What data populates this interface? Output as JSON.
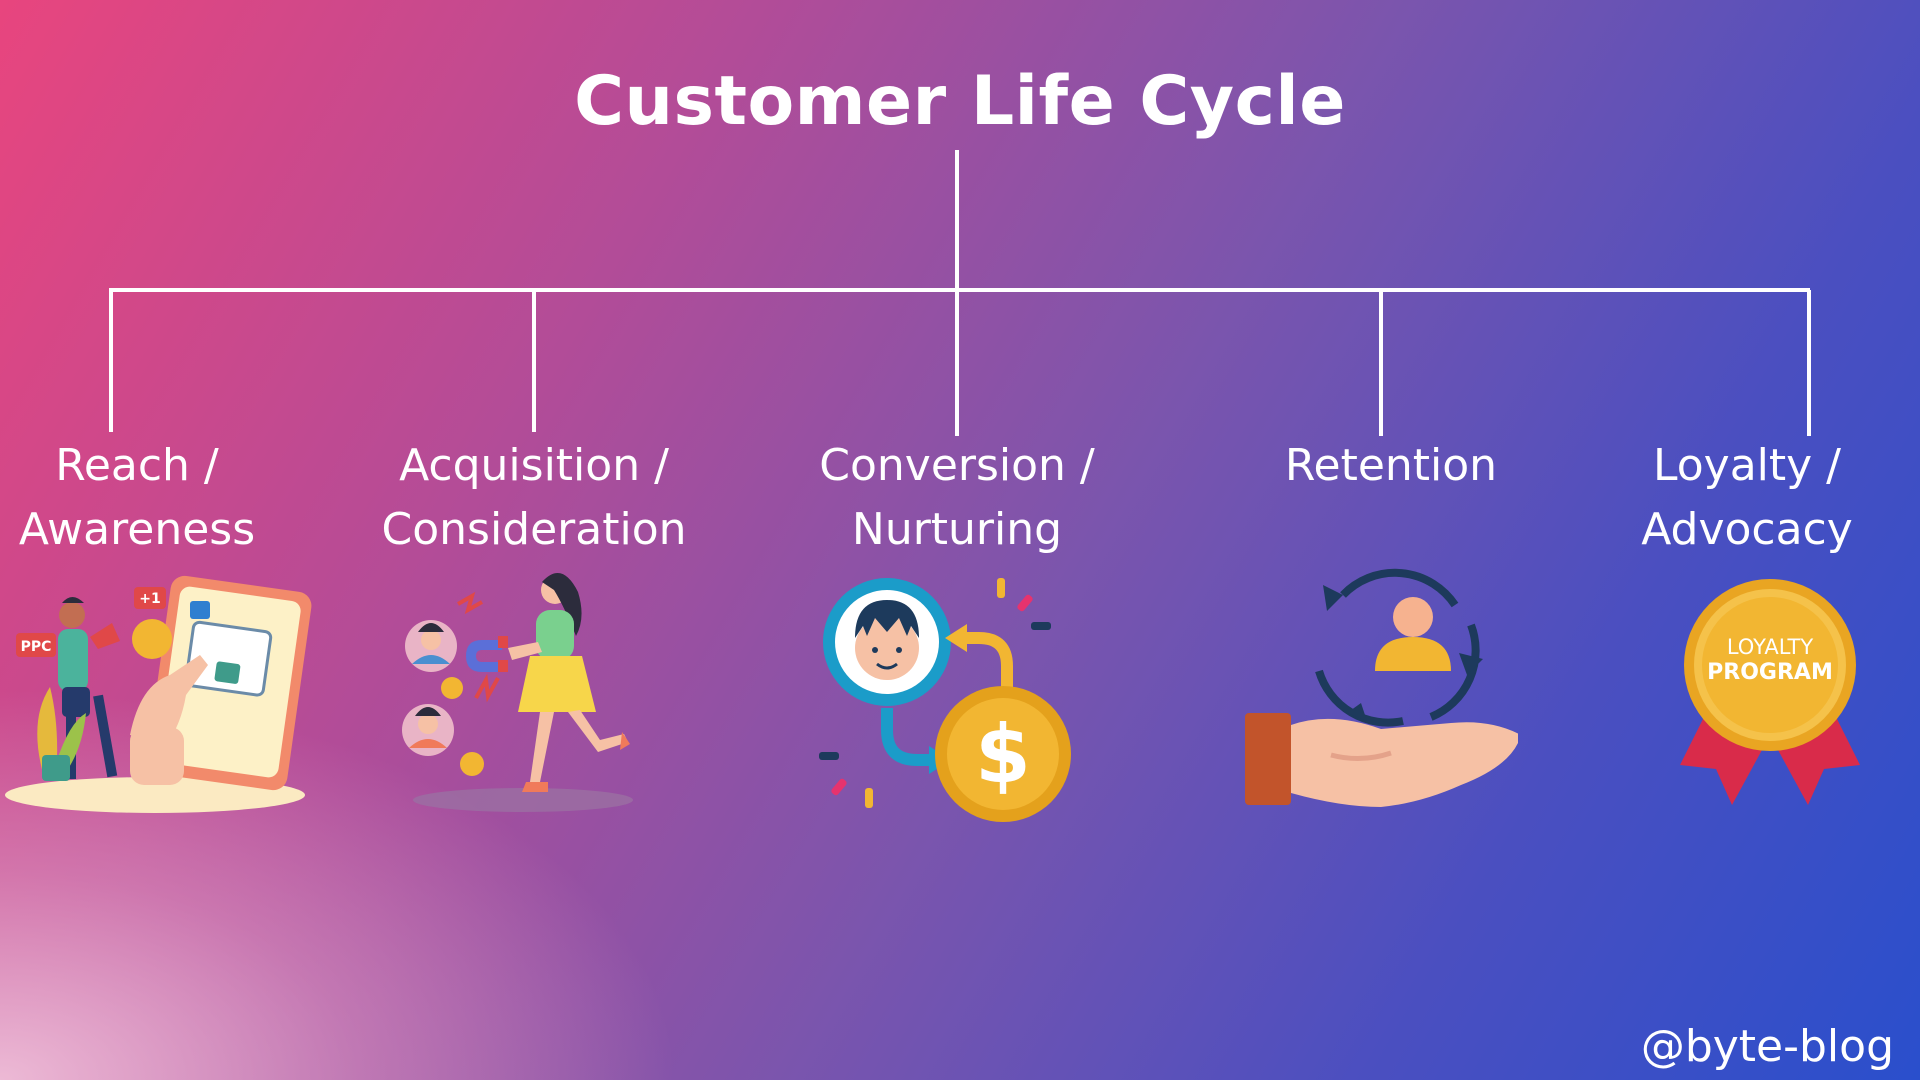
{
  "title": "Customer Life Cycle",
  "stages": [
    {
      "label": "Reach /\nAwareness",
      "icon": "ad-campaign-icon"
    },
    {
      "label": "Acquisition /\nConsideration",
      "icon": "magnet-customer-icon"
    },
    {
      "label": "Conversion /\nNurturing",
      "icon": "customer-to-dollar-icon"
    },
    {
      "label": "Retention",
      "icon": "hand-cycle-customer-icon"
    },
    {
      "label": "Loyalty /\nAdvocacy",
      "icon": "loyalty-medal-icon"
    }
  ],
  "badge": {
    "line1": "LOYALTY",
    "line2": "PROGRAM"
  },
  "promo": {
    "ppc": "PPC",
    "plus": "+1"
  },
  "currency": "$",
  "watermark": "@byte-blog",
  "colors": {
    "line": "#ffffff",
    "gold": "#f2b632",
    "navy": "#1d3a5c"
  }
}
